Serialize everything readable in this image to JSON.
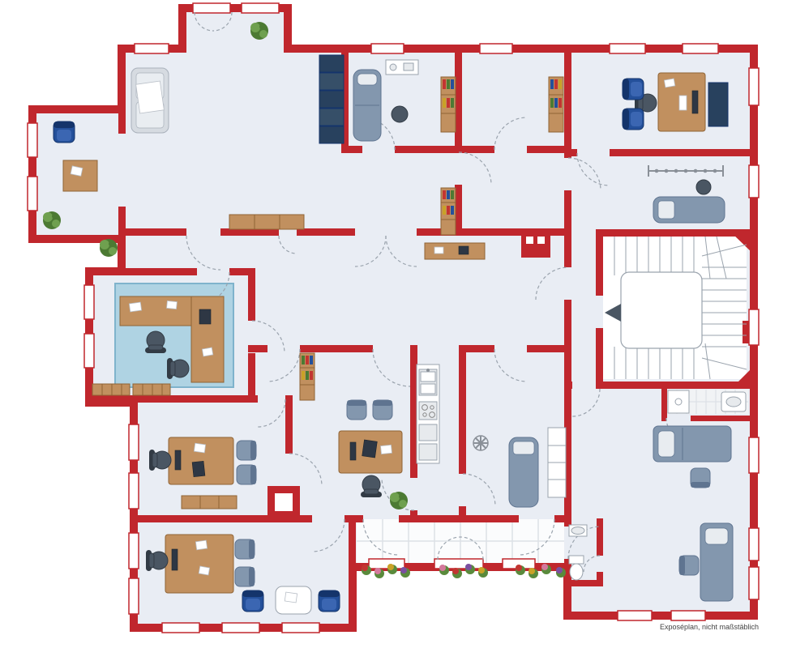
{
  "caption": "Exposéplan, nicht maßstäblich",
  "colors": {
    "wall": "#C0272D",
    "wall_dark": "#8E1E23",
    "floor": "#E9EDF4",
    "wood": "#C1905F",
    "wood_dark": "#8F6334",
    "navy": "#24509A",
    "navy_dark": "#14346B",
    "navy_light": "#3B66B2",
    "navy_cabinet": "#28415E",
    "upholstery": "#8397AE",
    "upholstery_dark": "#5F7490",
    "upholstery_light": "#E8ECF0",
    "chair": "#4A5663",
    "chair_dark": "#323B45",
    "sofa": "#D6DBE1",
    "sofa_dark": "#A9B1BB",
    "carpet": "#AFD3E3",
    "carpet_border": "#7FB3CC",
    "plant": "#4C7A33",
    "plant_light": "#6FA04F",
    "line": "#9AA3AD",
    "tile": "#DDE1E6",
    "dark_item": "#2E3744",
    "metal": "#8A9098",
    "flower_red": "#C23531",
    "flower_pink": "#D4789C",
    "flower_yellow": "#C9A227",
    "flower_purple": "#7B4FA0",
    "flower_green": "#5A8A3C",
    "text": "#444444"
  },
  "plan": {
    "type": "floor-plan",
    "icons": [
      "sofa",
      "wardrobe-cabinet",
      "sideboard",
      "plant",
      "armchair",
      "desk",
      "office-chair",
      "guest-chair",
      "treatment-table",
      "stool",
      "bookshelf",
      "coat-rack",
      "bench",
      "staircase",
      "direction-arrow",
      "kitchenette",
      "coat-stand",
      "daybed",
      "wardrobe",
      "bed",
      "bathroom-sink",
      "shower",
      "toilet",
      "coffee-table",
      "flower-bed",
      "tiled-floor",
      "window",
      "door-swing"
    ]
  }
}
